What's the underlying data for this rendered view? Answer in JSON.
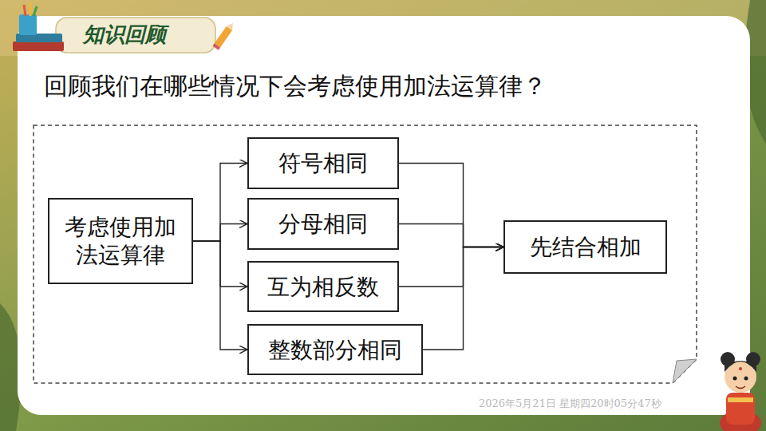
{
  "diagram": {
    "title": "回顾我们在哪些情况下会考虑使用加法运算律？",
    "nodes": [
      {
        "text": [
          "考虑使用加法运算律"
        ]
      },
      {
        "text": [
          "符号相同"
        ]
      },
      {
        "text": [
          "分母相同"
        ]
      },
      {
        "text": [
          "互为相反数"
        ]
      },
      {
        "text": [
          "整数部分相同"
        ]
      },
      {
        "text": [
          "先结合相加"
        ]
      }
    ],
    "edges": [
      {
        "from": 0,
        "to": 1,
        "arrow": "to"
      },
      {
        "from": 0,
        "to": 2,
        "arrow": "to"
      },
      {
        "from": 0,
        "to": 3,
        "arrow": "to"
      },
      {
        "from": 0,
        "to": 4,
        "arrow": "to"
      },
      {
        "from": 1,
        "to": 5,
        "arrow": "to"
      },
      {
        "from": 2,
        "to": 5,
        "arrow": "to"
      },
      {
        "from": 3,
        "to": 5,
        "arrow": "to"
      },
      {
        "from": 4,
        "to": 5,
        "arrow": "to"
      }
    ],
    "labels": [
      "知识回顾",
      "2026年5月21日 星期四20时05分47秒"
    ]
  }
}
